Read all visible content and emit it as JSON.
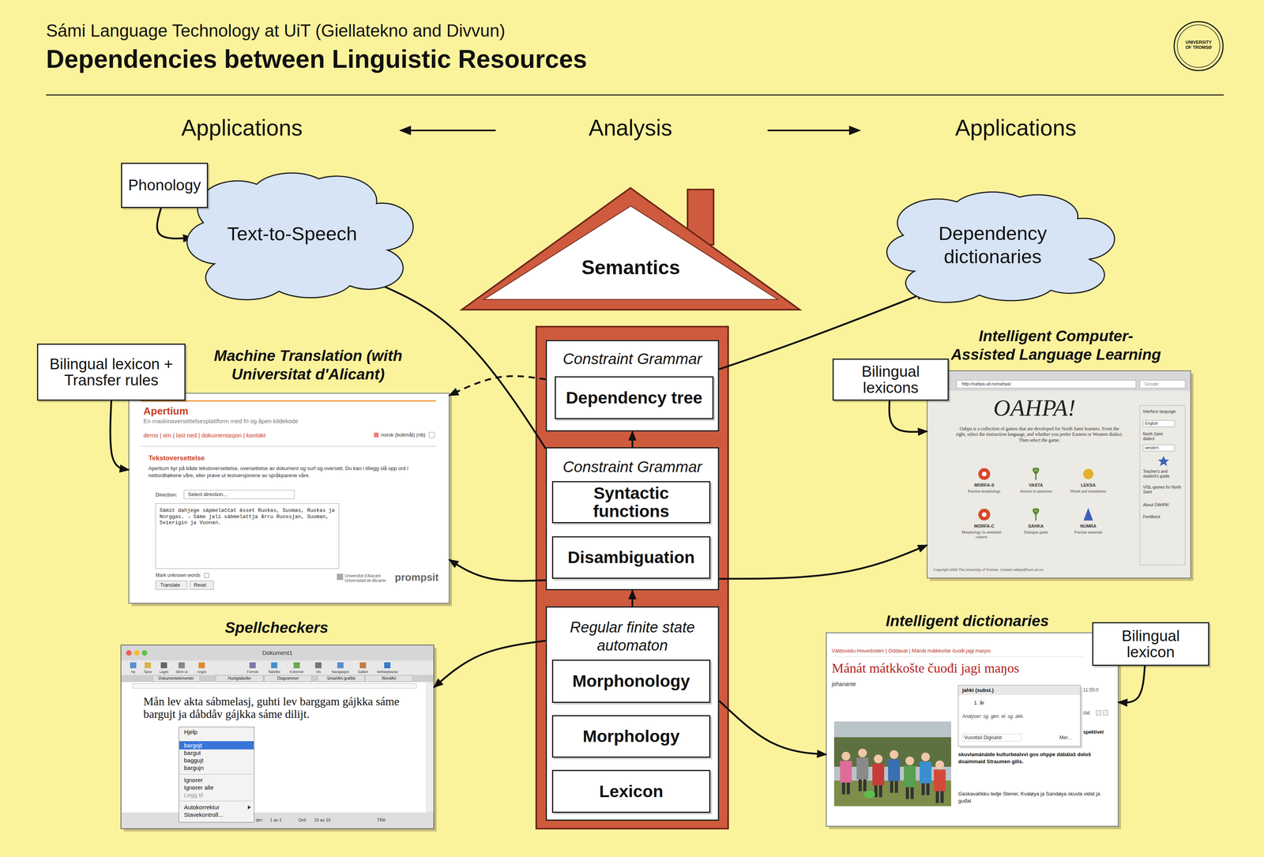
{
  "diagram": {
    "title": "Dependencies between Linguistic Resources",
    "nodes": [
      {
        "text": [
          "Phonology"
        ]
      },
      {
        "text": [
          "Text-to-Speech"
        ]
      },
      {
        "text": [
          "Semantics"
        ]
      },
      {
        "text": [
          "Dependency dictionaries"
        ]
      },
      {
        "text": [
          "Bilingual lexicon + Transfer rules"
        ]
      },
      {
        "text": [
          "Machine Translation (with Universitat d'Alicant)",
          "Apertium",
          "En maskinoversettelsesplattform med fri og åpen kildekode",
          "demo | om | last ned | dokumentasjon | kontakt",
          "norsk (bokmål) (nb)",
          "Tekstoversettelse",
          "Apertium byr på både tekstoversettelse, oversettelse av dokument og surf og oversett. Du kan i tillegg slå opp ord i nettordbøkene våre, eller prøve ut testversjonene av språkparene våre.",
          "Direction:",
          "Select direction...",
          "Sámit dahjege sápmelaččat ässet Ruoŧas, Suomas, Ruoŧas ja Norggas. → Sáme jali sábmelattja årru Ruossjan, Suoman, Svierigin ja Vuonan.",
          "Mark unknown words",
          "Translate",
          "Reset",
          "Universitat d'Alacant Universidad de Alicante",
          "prompsit"
        ]
      },
      {
        "text": [
          "Constraint Grammar"
        ]
      },
      {
        "text": [
          "Dependency tree"
        ],
        "in": 6
      },
      {
        "text": [
          "Bilingual lexicons"
        ]
      },
      {
        "text": [
          "Intelligent Computer-Assisted Language Learning",
          "http://oahpa.uit.no/oahpa/",
          "Google",
          "OAHPA!",
          "Oahpa is a collection of games that are developed for North Sami learners. From the right, select the instruction language, and whether you prefer Eastern or Western dialect. Then select the game.",
          "MORFA-S",
          "Practise morphology",
          "VASTA",
          "Answer to questions",
          "LEKSA",
          "Words and translations",
          "MORFA-C",
          "Morphology in sentential context",
          "SAHKA",
          "Dialogue game",
          "NUMRA",
          "Practise numerals",
          "Interface language",
          "English",
          "North Sámi dialect",
          "western",
          "Teacher's and student's guide",
          "VISL-games for North Sami",
          "About OAHPA!",
          "Feedback",
          "Copyright 2009 The University of Tromsø. Contact oahpa@hum.uit.no"
        ]
      },
      {
        "text": [
          "Constraint Grammar"
        ]
      },
      {
        "text": [
          "Syntactic functions"
        ],
        "in": 10
      },
      {
        "text": [
          "Disambiguation"
        ],
        "in": 10
      },
      {
        "text": [
          "Spellcheckers",
          "Dokument1",
          "Ny",
          "Åpne",
          "Lagre",
          "Skriv ut",
          "Angre",
          "Format",
          "Tabeller",
          "Kolonner",
          "Vis",
          "Navigasjon",
          "Galleri",
          "Verktøykasse",
          "Dokumentelementer",
          "Hurtigtabeller",
          "Diagrammer",
          "SmartArt-grafikk",
          "WordArt",
          "Mån lev akta sábmelasj, guhti lev barggam gájkka sáme bargujt ja dåbdåv gájkka sáme dilijt.",
          "Hjelp",
          "bargojt",
          "bargut",
          "baggujt",
          "bargujn",
          "Ignorer",
          "Ignorer alle",
          "Legg til",
          "Autokorrektur",
          "Stavekontroll...",
          "der:",
          "1 av 1",
          "Ord:",
          "10 av 15",
          "TRK"
        ]
      },
      {
        "text": [
          "Intelligent dictionaries",
          "Váldosiidu-Hovedsiden | Oddasat | Mánát mátkkošte čuođi jagi maŋos",
          "Mánát mátkkošte čuođi jagi maŋos",
          "johanante",
          "jahki (subst.)",
          "1. år",
          "Analyser: sg. gen. el. sg. akk.",
          "Vuosttaš Digisánit",
          "Mer...",
          "11:55:0",
          "dat:",
          "spektivet",
          "skuvlamánáide kulturbealvvi gos ohppe dábálaš dološ doaimmaid Straumen gilis.",
          "Gaskavahkku ledje Stener, Kvaløya ja Sandøya skuvla vidat ja guđat"
        ]
      },
      {
        "text": [
          "Bilingual lexicon"
        ]
      },
      {
        "text": [
          "Regular finite state automaton"
        ]
      },
      {
        "text": [
          "Morphonology"
        ],
        "in": 16
      },
      {
        "text": [
          "Morphology"
        ],
        "in": 16
      },
      {
        "text": [
          "Lexicon"
        ],
        "in": 16
      }
    ],
    "edges": [
      {
        "from": 0,
        "to": 1,
        "arrow": "to"
      },
      {
        "from": 4,
        "to": 5,
        "arrow": "to"
      },
      {
        "from": 6,
        "to": 3,
        "arrow": "to"
      },
      {
        "from": 6,
        "to": 5,
        "arrow": "to"
      },
      {
        "from": 10,
        "to": 1,
        "arrow": "to"
      },
      {
        "from": 10,
        "to": 5,
        "arrow": "to"
      },
      {
        "from": 10,
        "to": 9,
        "arrow": "to"
      },
      {
        "from": 16,
        "to": 13,
        "arrow": "to"
      },
      {
        "from": 16,
        "to": 14,
        "arrow": "to"
      },
      {
        "from": 16,
        "to": 10,
        "arrow": "to"
      },
      {
        "from": 10,
        "to": 6,
        "arrow": "to"
      },
      {
        "from": 8,
        "to": 9,
        "arrow": "to"
      },
      {
        "from": 15,
        "to": 14,
        "arrow": "to"
      }
    ],
    "labels": [
      "Sámi Language Technology at UiT (Giellatekno and Divvun)",
      "Applications",
      "Analysis",
      "Applications",
      "UNIVERSITY OF TROMSØ"
    ]
  }
}
